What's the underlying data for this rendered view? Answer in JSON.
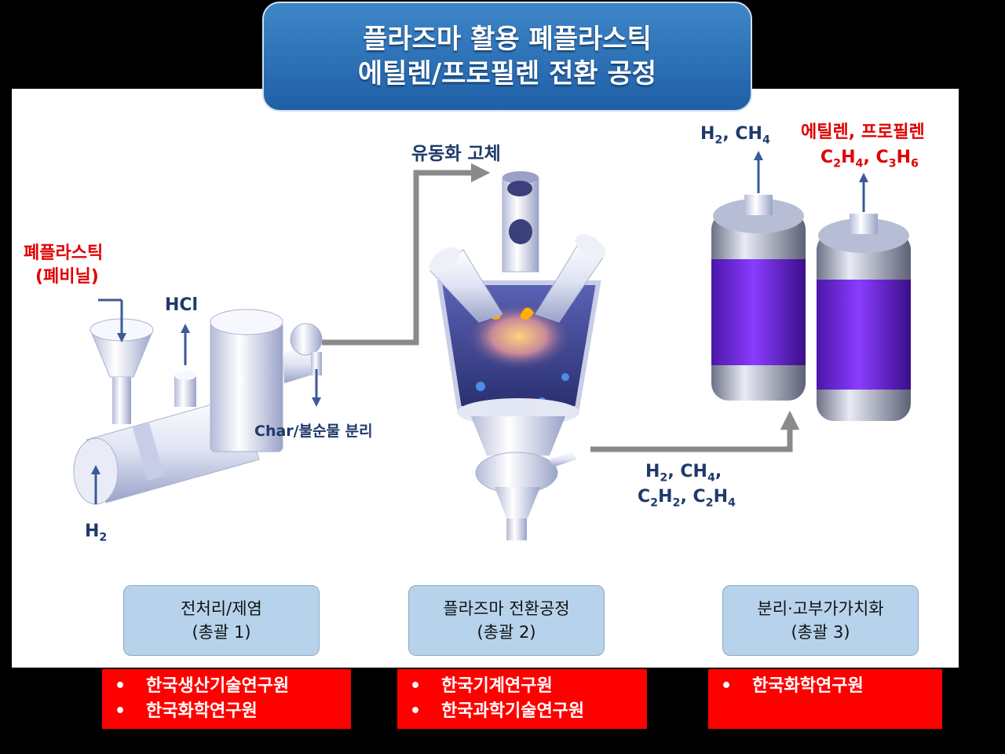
{
  "title": {
    "line1": "플라즈마 활용 폐플라스틱",
    "line2": "에틸렌/프로필렌 전환 공정"
  },
  "labels": {
    "waste_plastic": "폐플라스틱",
    "waste_vinyl": "(폐비닐)",
    "hcl": "HCl",
    "h2_in": "H2",
    "char": "Char/불순물 분리",
    "fluidizing_solid": "유동화 고체",
    "reactor_out": "H2, CH4,",
    "reactor_out2": "C2H2, C2H4",
    "sep_gas": "H2, CH4",
    "product_name": "에틸렌, 프로필렌",
    "product_formula": "C2H4, C3H6"
  },
  "stages": [
    {
      "name": "전처리/제염",
      "lead": "(총괄 1)"
    },
    {
      "name": "플라즈마 전환공정",
      "lead": "(총괄 2)"
    },
    {
      "name": "분리·고부가가치화",
      "lead": "(총괄 3)"
    }
  ],
  "institutes": [
    [
      "한국생산기술연구원",
      "한국화학연구원"
    ],
    [
      "한국기계연구원",
      "한국과학기술연구원"
    ],
    [
      "한국화학연구원"
    ]
  ],
  "colors": {
    "title_bg": "#2f74bb",
    "stage_bg": "#b7d3ec",
    "institute_bg": "#ff0000",
    "flame": "#ffb000",
    "tank_fill": "#7b2ee0"
  }
}
